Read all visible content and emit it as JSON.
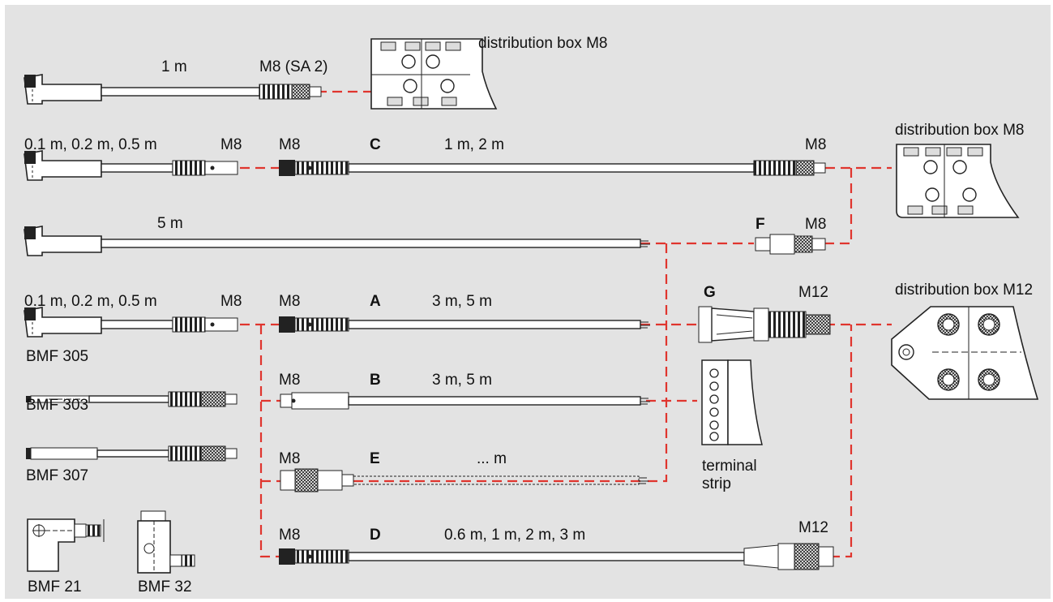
{
  "colors": {
    "background": "#e3e3e3",
    "dash": "#e0352e",
    "line": "#222222"
  },
  "labels": {
    "row1_length": "1 m",
    "row1_conn": "M8 (SA 2)",
    "dist_box_m8_top": "distribution box M8",
    "row2_length": "0.1 m, 0.2 m, 0.5 m",
    "row2_conn": "M8",
    "row2_c_conn": "M8",
    "c": "C",
    "c_length": "1 m, 2 m",
    "c_end_conn": "M8",
    "dist_box_m8_right": "distribution box M8",
    "row3_length": "5 m",
    "f": "F",
    "f_conn": "M8",
    "row4_length": "0.1 m, 0.2 m, 0.5 m",
    "row4_conn": "M8",
    "a_conn": "M8",
    "a": "A",
    "a_length": "3 m, 5 m",
    "g": "G",
    "g_conn": "M12",
    "dist_box_m12": "distribution box M12",
    "bmf305": "BMF 305",
    "b_conn": "M8",
    "b": "B",
    "b_length": "3 m, 5 m",
    "bmf303": "BMF 303",
    "e_conn": "M8",
    "e": "E",
    "e_length": "... m",
    "bmf307": "BMF 307",
    "terminal_strip_1": "terminal",
    "terminal_strip_2": "strip",
    "d_conn": "M8",
    "d": "D",
    "d_length": "0.6 m, 1 m, 2 m, 3 m",
    "d_end_conn": "M12",
    "bmf21": "BMF 21",
    "bmf32": "BMF 32"
  }
}
